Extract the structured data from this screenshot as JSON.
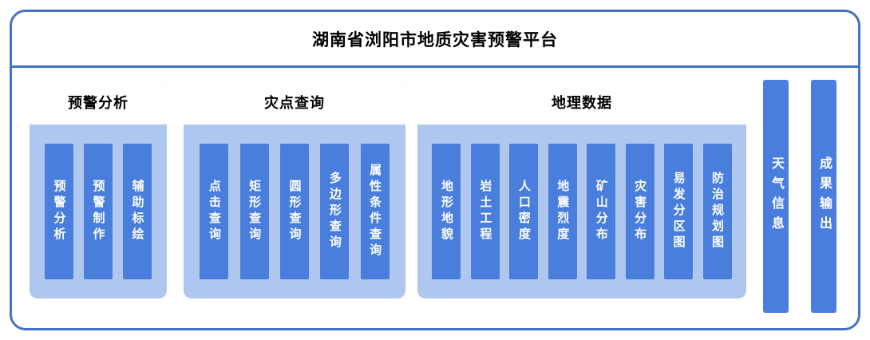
{
  "title": "湖南省浏阳市地质灾害预警平台",
  "groups": [
    {
      "title": "预警分析",
      "items": [
        "预警分析",
        "预警制作",
        "辅助标绘"
      ]
    },
    {
      "title": "灾点查询",
      "items": [
        "点击查询",
        "矩形查询",
        "圆形查询",
        "多边形查询",
        "属性条件查询"
      ]
    },
    {
      "title": "地理数据",
      "items": [
        "地形地貌",
        "岩土工程",
        "人口密度",
        "地震烈度",
        "矿山分布",
        "灾害分布",
        "易发分区图",
        "防治规划图"
      ]
    }
  ],
  "standalone_items": [
    "天气信息",
    "成果输出"
  ],
  "colors": {
    "outline": "#4472C4",
    "group_fill": "#AFC7EE",
    "bar_fill": "#4A7EDC",
    "bar_text": "#FFFFFF",
    "title_text": "#000000"
  }
}
